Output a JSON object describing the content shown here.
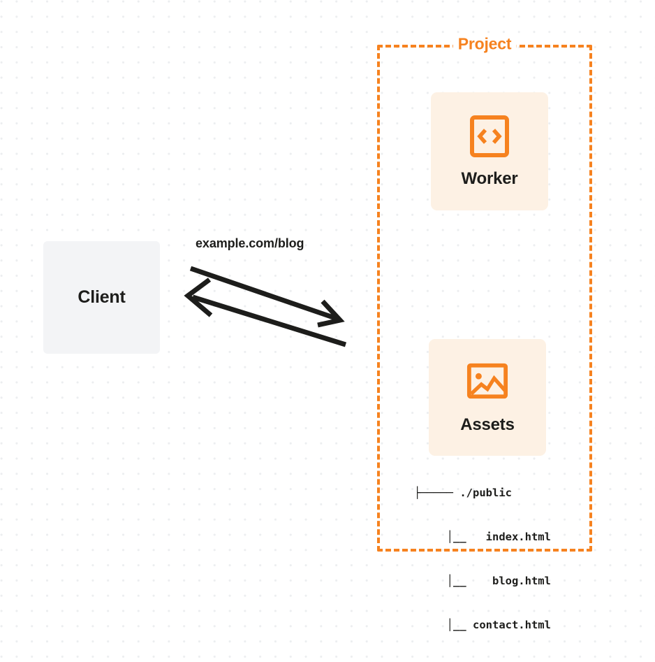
{
  "diagram": {
    "title": "Project",
    "background": "dot-grid",
    "accent_color": "#f6821f",
    "card_background": "#fdf1e4",
    "client_background": "#f3f4f6",
    "text_color": "#1d1d1b"
  },
  "client": {
    "label": "Client"
  },
  "connection": {
    "label": "example.com/blog",
    "request_direction": "client-to-project",
    "response_direction": "project-to-client"
  },
  "project": {
    "title": "Project",
    "nodes": [
      {
        "id": "worker",
        "label": "Worker",
        "icon": "code-brackets-icon"
      },
      {
        "id": "assets",
        "label": "Assets",
        "icon": "image-icon"
      }
    ],
    "file_tree": [
      "├───── ./public",
      "     │__   index.html",
      "     │__    blog.html",
      "     │__ contact.html"
    ]
  }
}
